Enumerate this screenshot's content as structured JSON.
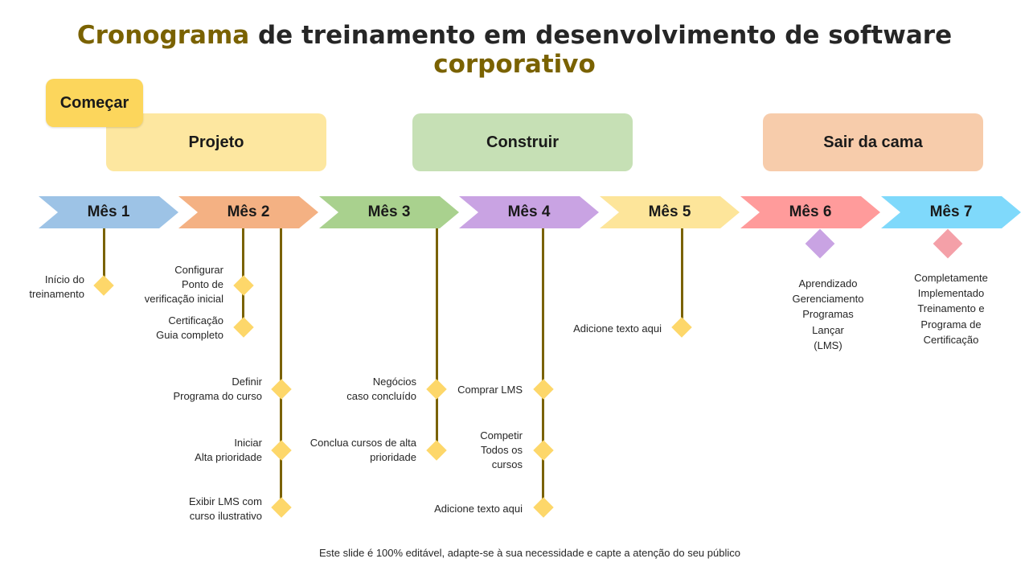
{
  "title": {
    "part1": "Cronograma",
    "part2": " de treinamento em desenvolvimento de software ",
    "part3": "corporativo"
  },
  "phases": {
    "start": "Começar",
    "projeto": "Projeto",
    "construir": "Construir",
    "sair": "Sair da cama"
  },
  "months": [
    {
      "label": "Mês 1",
      "color": "#9dc3e6"
    },
    {
      "label": "Mês 2",
      "color": "#f4b183"
    },
    {
      "label": "Mês 3",
      "color": "#a9d18e"
    },
    {
      "label": "Mês 4",
      "color": "#c9a3e3"
    },
    {
      "label": "Mês 5",
      "color": "#fde59a"
    },
    {
      "label": "Mês 6",
      "color": "#ff9b9b"
    },
    {
      "label": "Mês 7",
      "color": "#7fd9fb"
    }
  ],
  "milestones": {
    "m1_a": [
      "Início do",
      "treinamento"
    ],
    "m2_a": [
      "Configurar",
      "Ponto de",
      "verificação inicial"
    ],
    "m2_b": [
      "Certificação",
      "Guia completo"
    ],
    "m2_c": [
      "Definir",
      "Programa do curso"
    ],
    "m2_d": [
      "Iniciar",
      "Alta prioridade"
    ],
    "m2_e": [
      "Exibir LMS com",
      "curso ilustrativo"
    ],
    "m3_a": [
      "Negócios",
      "caso concluído"
    ],
    "m3_b": [
      "Conclua cursos de alta",
      "prioridade"
    ],
    "m4_a": [
      "Comprar LMS"
    ],
    "m4_b": [
      "Competir",
      "Todos os",
      "cursos"
    ],
    "m4_c": [
      "Adicione texto aqui"
    ],
    "m5_a": [
      "Adicione texto aqui"
    ],
    "m6_a": [
      "Aprendizado",
      "Gerenciamento",
      "Programas",
      "Lançar",
      "(LMS)"
    ],
    "m7_a": [
      "Completamente",
      "Implementado",
      "Treinamento e",
      "Programa de",
      "Certificação"
    ]
  },
  "colors": {
    "accent": "#7a6200",
    "diamond": "#fdd76a",
    "m6_diamond": "#c9a3e3",
    "m7_diamond": "#f4a0a8"
  },
  "footer": "Este slide é 100% editável, adapte-se à sua necessidade e capte a atenção do seu público"
}
